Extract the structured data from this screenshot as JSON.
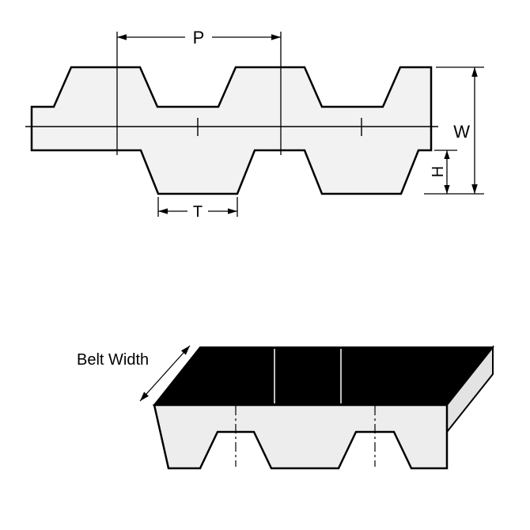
{
  "diagram": {
    "labels": {
      "pitch": "P",
      "width": "W",
      "height": "H",
      "tooth": "T",
      "belt_width": "Belt Width"
    },
    "colors": {
      "outline": "#000000",
      "belt_fill": "#f2f2f2",
      "front_face_fill": "#ededed",
      "end_face_fill": "#e3e3e3",
      "top_face_fill": "#000000",
      "background": "#ffffff",
      "dimension_line": "#000000",
      "division_line": "#ffffff"
    }
  }
}
